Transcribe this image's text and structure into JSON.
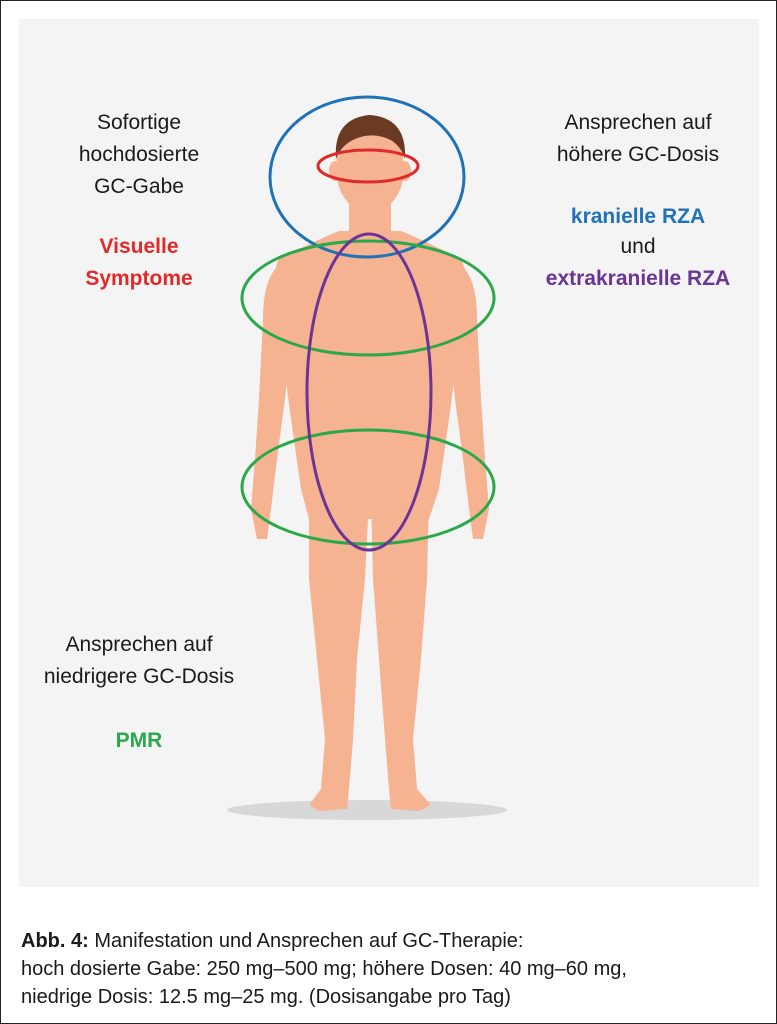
{
  "left_top": {
    "lines": [
      "Sofortige",
      "hochdosierte",
      "GC-Gabe"
    ],
    "highlight": [
      "Visuelle",
      "Symptome"
    ]
  },
  "right_top": {
    "lines": [
      "Ansprechen auf",
      "höhere GC-Dosis"
    ],
    "cranial": "kranielle RZA",
    "conjunction": "und",
    "extracranial": "extrakranielle RZA"
  },
  "left_bottom": {
    "lines": [
      "Ansprechen auf",
      "niedrigere GC-Dosis"
    ],
    "highlight": "PMR"
  },
  "caption": {
    "label": "Abb. 4:",
    "title": " Manifestation und Ansprechen auf GC-Therapie:",
    "line2": "hoch dosierte Gabe: 250 mg–500 mg; höhere Dosen: 40 mg–60 mg,",
    "line3": "niedrige Dosis: 12.5 mg–25 mg. (Dosisangabe pro Tag)"
  },
  "colors": {
    "visual": "#e02a2a",
    "cranial": "#1f72b8",
    "extracranial": "#6a3596",
    "pmr": "#2aa84a",
    "skin": "#f6b391",
    "hair": "#6b3a22"
  }
}
